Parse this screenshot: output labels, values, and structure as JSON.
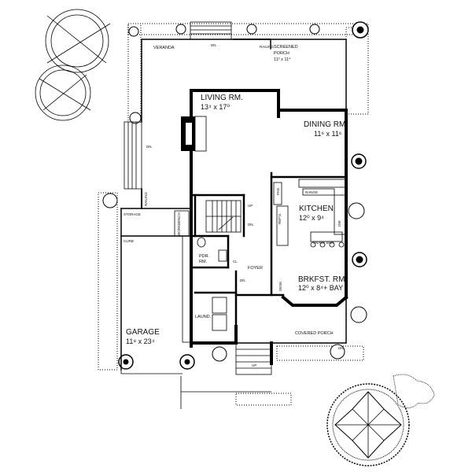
{
  "rooms": {
    "veranda": "VERANDA",
    "screened_porch": "SCREENED",
    "screened_porch_2": "PORCH",
    "screened_porch_dim": "11² x 11⁴",
    "living": "LIVING RM.",
    "living_dim": "13⁴ x 17⁰",
    "dining": "DINING RM.",
    "dining_dim": "11⁶ x 11⁶",
    "kitchen": "KITCHEN",
    "kitchen_dim": "12⁰ x 9⁴",
    "brkfst": "BRKFST. RM.",
    "brkfst_dim": "12⁰ x 8⁴+ BAY",
    "foyer": "FOYER",
    "pdr": "PDR.",
    "pdr_2": "RM.",
    "laund": "LAUND.",
    "garage": "GARAGE",
    "garage_dim": "11⁸ x 23⁴",
    "covered_porch": "COVERED PORCH"
  },
  "labels": {
    "railing_top": "RAILING",
    "railing_left": "RAILING",
    "storage": "STORAGE",
    "workbench": "WORKBENCH",
    "curb": "CURB",
    "range": "RANGE",
    "snack_bar": "SNACK BAR",
    "refg": "REF'G.",
    "pan": "PAN",
    "dw": "DW",
    "desk": "DESK",
    "cl": "CL",
    "up_stair": "UP",
    "up_porch": "UP",
    "dn_stair": "DN.",
    "dn_top": "DN.",
    "dn_left": "DN.",
    "dn_porch": "DN.",
    "dn_foyer": "DN."
  }
}
